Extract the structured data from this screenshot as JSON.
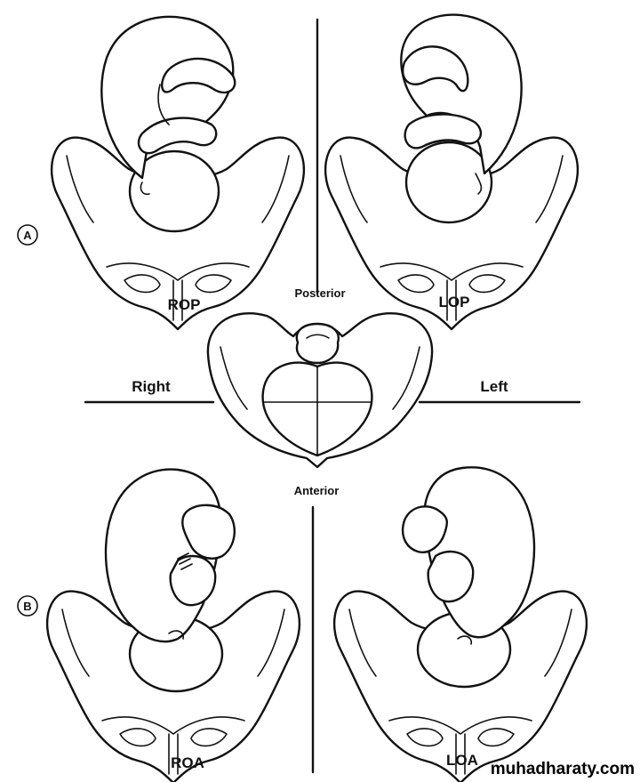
{
  "panel_markers": {
    "a": "A",
    "b": "B"
  },
  "positions": {
    "rop": "ROP",
    "lop": "LOP",
    "roa": "ROA",
    "loa": "LOA"
  },
  "directions": {
    "posterior": "Posterior",
    "anterior": "Anterior",
    "right": "Right",
    "left": "Left"
  },
  "watermark": "muhadharaty.com"
}
